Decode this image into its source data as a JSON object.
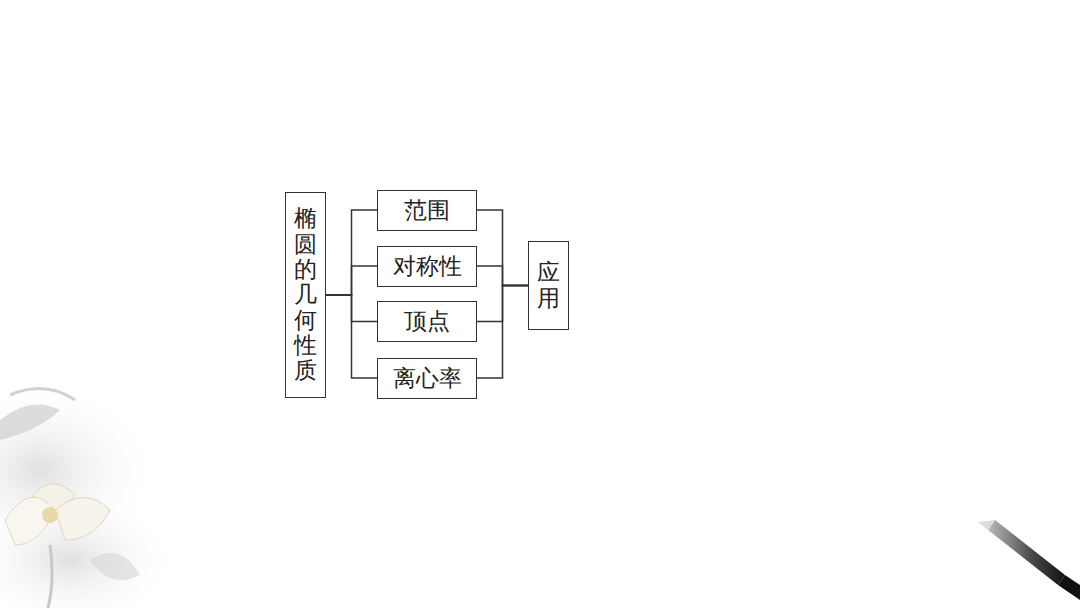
{
  "diagram": {
    "nodes": [
      {
        "text": [
          "椭圆的几何性质"
        ]
      },
      {
        "text": [
          "范围"
        ]
      },
      {
        "text": [
          "对称性"
        ]
      },
      {
        "text": [
          "顶点"
        ]
      },
      {
        "text": [
          "离心率"
        ]
      },
      {
        "text": [
          "应用"
        ]
      }
    ],
    "edges": [
      {
        "from": 0,
        "to": 1,
        "arrow": "none"
      },
      {
        "from": 0,
        "to": 2,
        "arrow": "none"
      },
      {
        "from": 0,
        "to": 3,
        "arrow": "none"
      },
      {
        "from": 0,
        "to": 4,
        "arrow": "none"
      },
      {
        "from": 1,
        "to": 5,
        "arrow": "none"
      },
      {
        "from": 2,
        "to": 5,
        "arrow": "none"
      },
      {
        "from": 3,
        "to": 5,
        "arrow": "none"
      },
      {
        "from": 4,
        "to": 5,
        "arrow": "none"
      }
    ]
  }
}
